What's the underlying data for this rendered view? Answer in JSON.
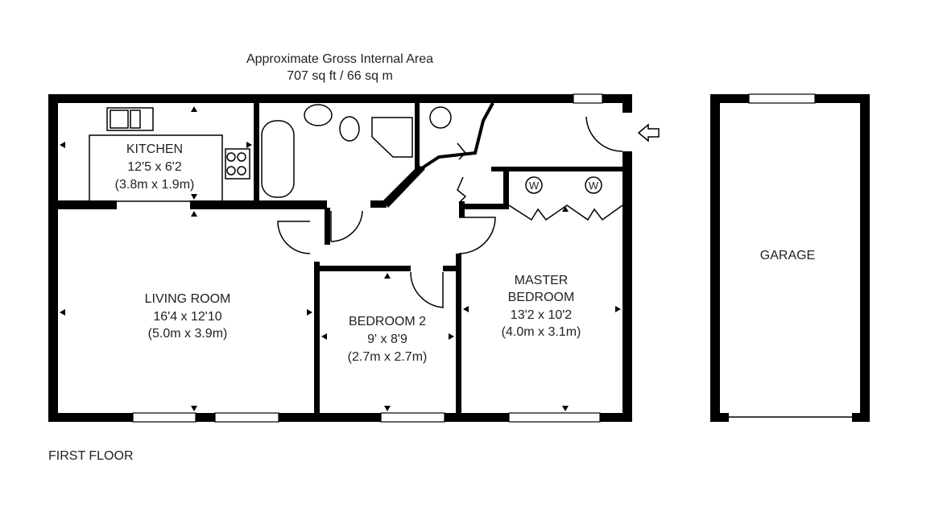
{
  "header": {
    "title": "Approximate Gross Internal Area",
    "area": "707 sq ft / 66 sq m"
  },
  "floor_label": "FIRST FLOOR",
  "rooms": {
    "kitchen": {
      "name": "KITCHEN",
      "imperial": "12'5 x 6'2",
      "metric": "(3.8m x 1.9m)"
    },
    "living_room": {
      "name": "LIVING ROOM",
      "imperial": "16'4 x 12'10",
      "metric": "(5.0m x 3.9m)"
    },
    "bedroom2": {
      "name": "BEDROOM 2",
      "imperial": "9' x 8'9",
      "metric": "(2.7m x 2.7m)"
    },
    "master_bedroom": {
      "name_line1": "MASTER",
      "name_line2": "BEDROOM",
      "imperial": "13'2 x 10'2",
      "metric": "(4.0m x 3.1m)"
    },
    "garage": {
      "name": "GARAGE"
    }
  },
  "symbols": {
    "wardrobe": "W"
  }
}
